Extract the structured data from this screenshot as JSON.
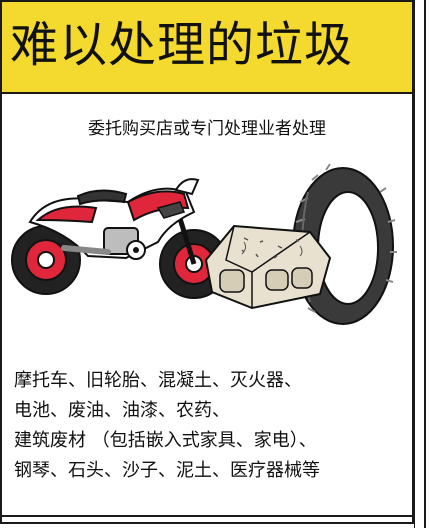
{
  "title": "难以处理的垃圾",
  "subtitle": "委托购买店或专门处理业者处理",
  "items_lines": [
    "摩托车、旧轮胎、混凝土、灭火器、",
    "电池、废油、油漆、农药、",
    "建筑废材 （包括嵌入式家具、家电）、",
    "钢琴、石头、沙子、泥土、医疗器械等"
  ],
  "illustrations": [
    "motorcycle-icon",
    "tire-icon",
    "concrete-block-icon"
  ],
  "colors": {
    "header": "#f4da2e",
    "motorcycle_red": "#e0263a",
    "outline": "#1a1a1a",
    "tire": "#3a3a3a",
    "concrete": "#e8e1cf"
  }
}
